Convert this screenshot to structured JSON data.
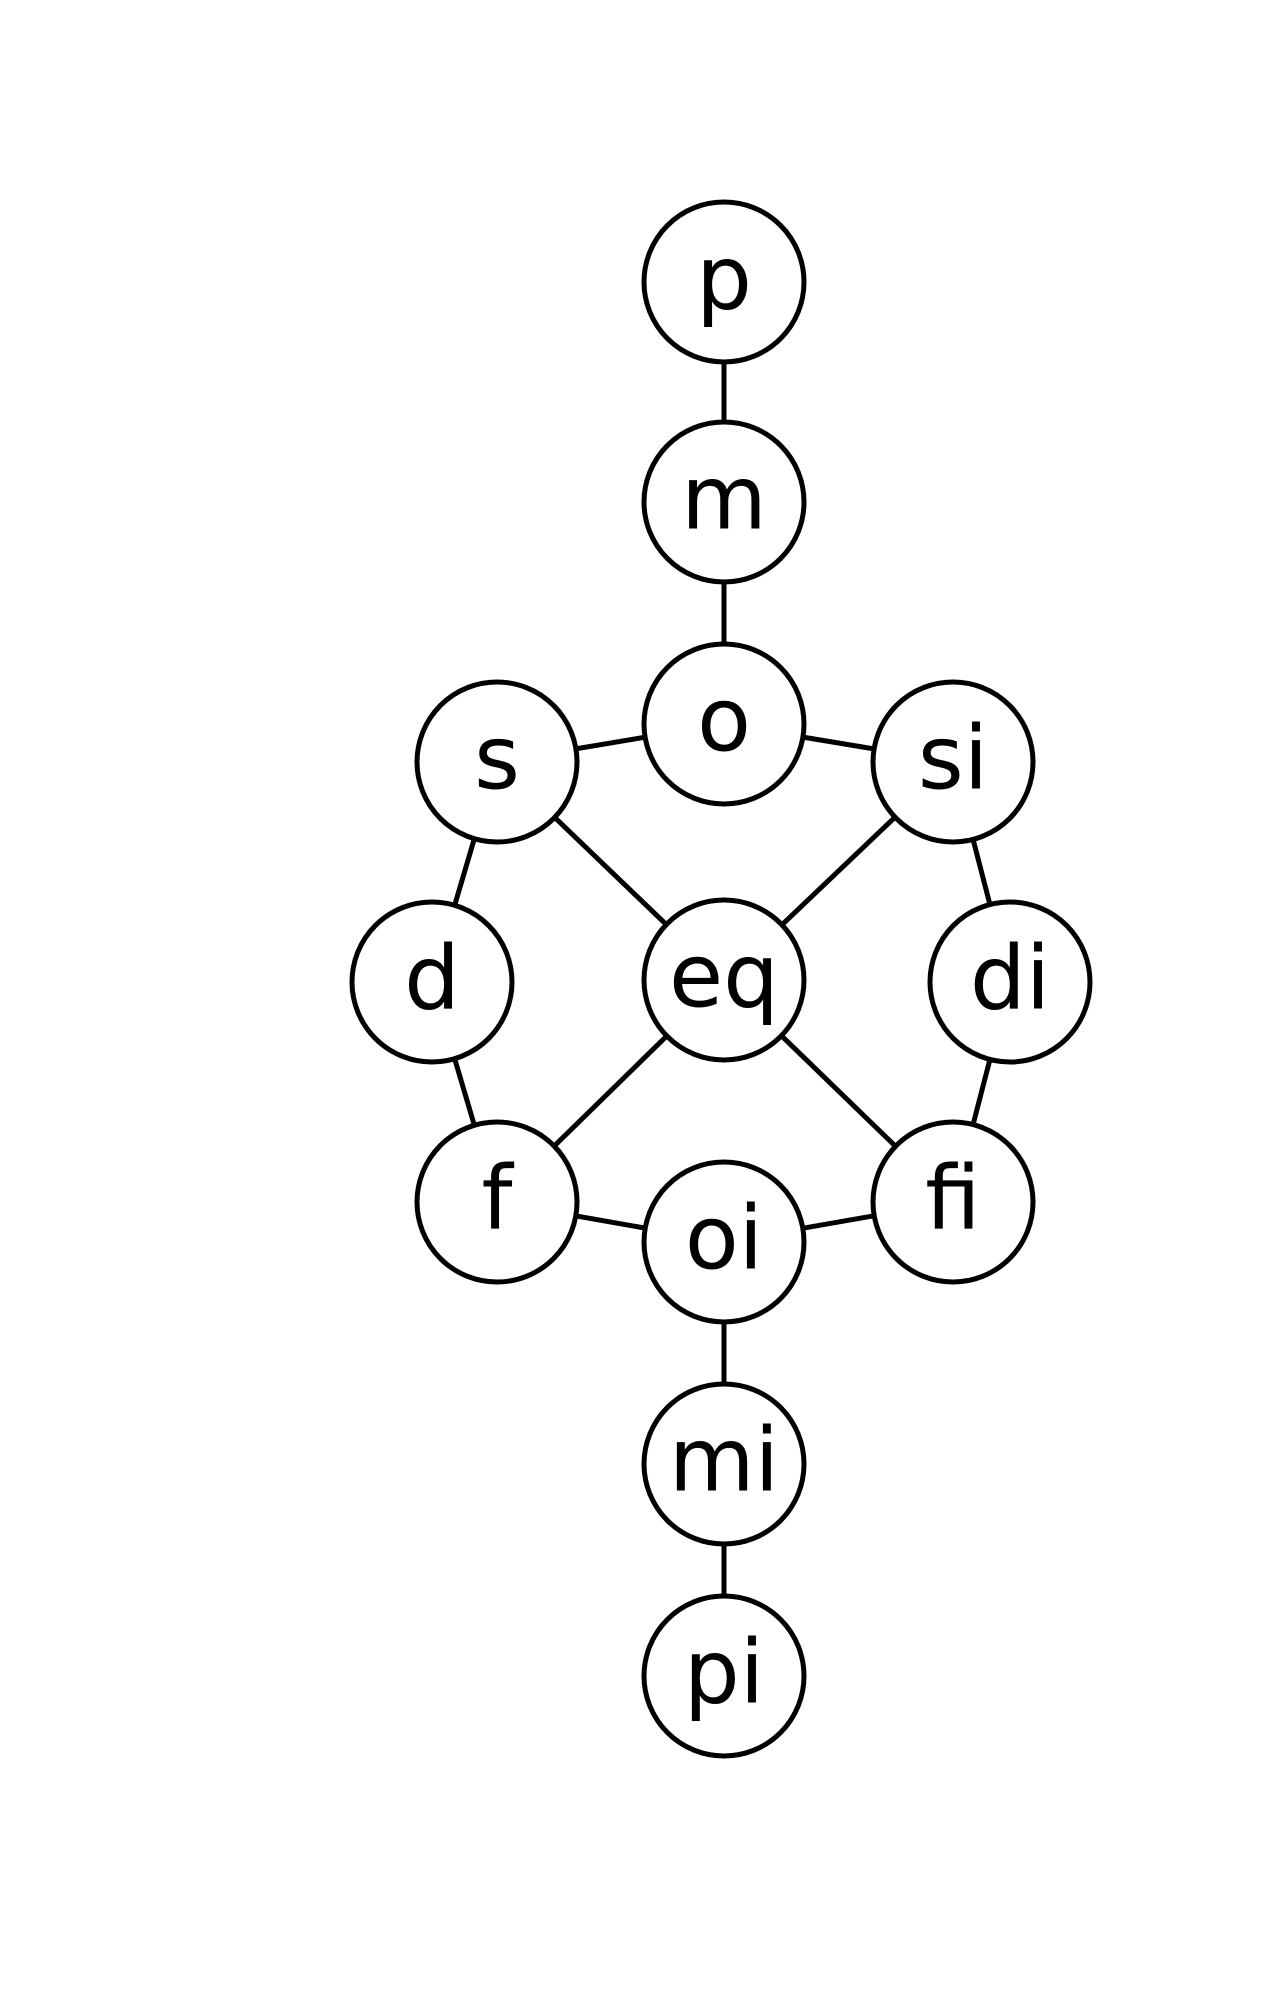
{
  "colors": {
    "background": "#ffffff",
    "stroke": "#000000",
    "text": "#000000"
  },
  "nodes": [
    {
      "id": "p",
      "label": "p"
    },
    {
      "id": "m",
      "label": "m"
    },
    {
      "id": "o",
      "label": "o"
    },
    {
      "id": "s",
      "label": "s"
    },
    {
      "id": "si",
      "label": "si"
    },
    {
      "id": "d",
      "label": "d"
    },
    {
      "id": "eq",
      "label": "eq"
    },
    {
      "id": "di",
      "label": "di"
    },
    {
      "id": "f",
      "label": "f"
    },
    {
      "id": "oi",
      "label": "oi"
    },
    {
      "id": "fi",
      "label": "fi"
    },
    {
      "id": "mi",
      "label": "mi"
    },
    {
      "id": "pi",
      "label": "pi"
    }
  ],
  "edges": [
    {
      "from": "p",
      "to": "m"
    },
    {
      "from": "m",
      "to": "o"
    },
    {
      "from": "o",
      "to": "s"
    },
    {
      "from": "o",
      "to": "si"
    },
    {
      "from": "s",
      "to": "d"
    },
    {
      "from": "s",
      "to": "eq"
    },
    {
      "from": "si",
      "to": "eq"
    },
    {
      "from": "si",
      "to": "di"
    },
    {
      "from": "d",
      "to": "f"
    },
    {
      "from": "di",
      "to": "fi"
    },
    {
      "from": "eq",
      "to": "f"
    },
    {
      "from": "eq",
      "to": "fi"
    },
    {
      "from": "f",
      "to": "oi"
    },
    {
      "from": "fi",
      "to": "oi"
    },
    {
      "from": "oi",
      "to": "mi"
    },
    {
      "from": "mi",
      "to": "pi"
    }
  ]
}
